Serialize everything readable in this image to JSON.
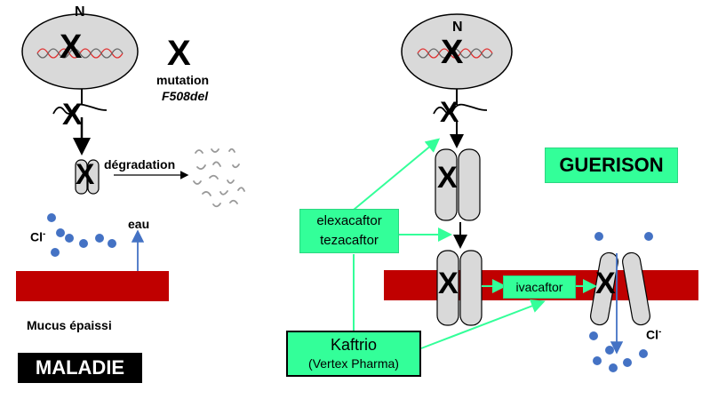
{
  "left": {
    "nucleus_label": "N",
    "x_mark": "X",
    "mutation_label": "mutation",
    "mutation_name": "F508del",
    "degradation_label": "dégradation",
    "ion_label": "Cl",
    "ion_charge": "-",
    "water_label": "eau",
    "mucus_label": "Mucus épaissi",
    "disease_label": "MALADIE"
  },
  "right": {
    "nucleus_label": "N",
    "x_mark": "X",
    "cure_label": "GUERISON",
    "correctors": [
      "elexacaftor",
      "tezacaftor"
    ],
    "potentiator": "ivacaftor",
    "drug_name": "Kaftrio",
    "drug_maker": "(Vertex Pharma)",
    "ion_label": "Cl",
    "ion_charge": "-"
  },
  "colors": {
    "membrane": "#c00000",
    "ion": "#4472c4",
    "arrow_green": "#33ff99",
    "protein_fill": "#d9d9d9",
    "nucleus_fill": "#d9d9d9",
    "dna_red": "#e03030"
  }
}
